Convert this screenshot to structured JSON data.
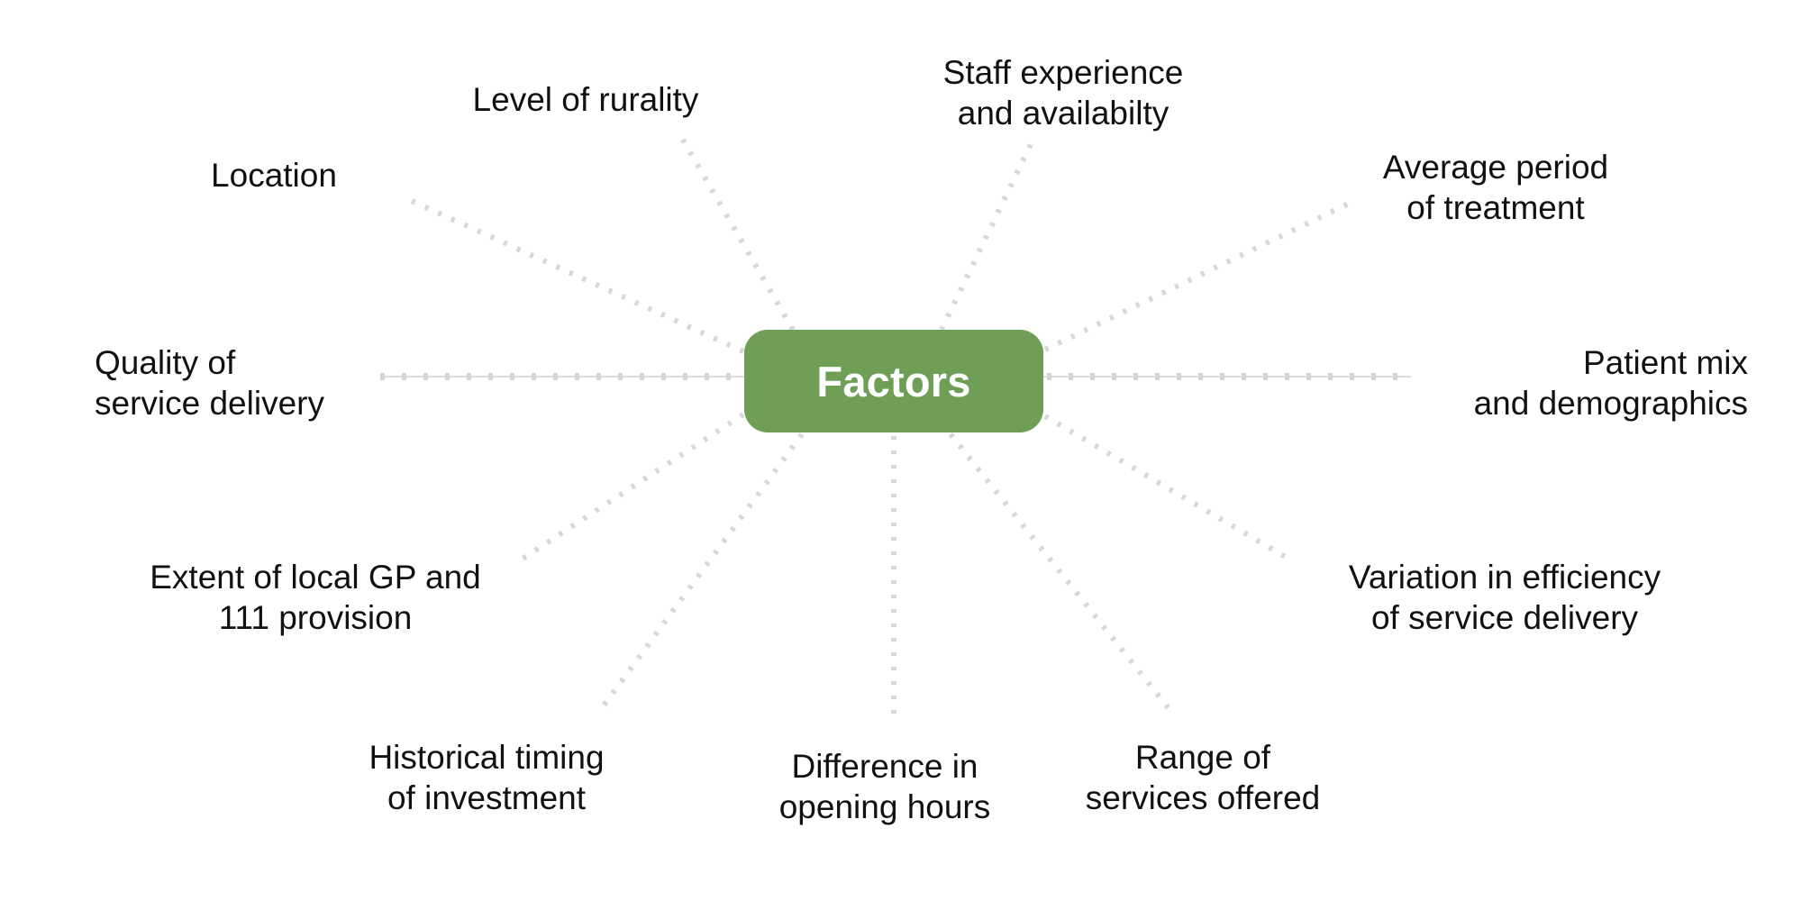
{
  "diagram": {
    "type": "radial-mindmap",
    "center": {
      "label": "Factors",
      "fill_color": "#6f9e56",
      "text_color": "#ffffff"
    },
    "connector": {
      "style": "dotted",
      "color": "#d6d6d6"
    },
    "background_color": "#ffffff",
    "text_color": "#111111",
    "nodes": [
      {
        "id": "location",
        "label": "Location"
      },
      {
        "id": "level-of-rurality",
        "label": "Level of rurality"
      },
      {
        "id": "staff-experience",
        "label": "Staff experience\nand availabilty"
      },
      {
        "id": "average-period",
        "label": "Average period\nof treatment"
      },
      {
        "id": "patient-mix",
        "label": "Patient mix\nand demographics"
      },
      {
        "id": "variation-efficiency",
        "label": "Variation in efficiency\nof service delivery"
      },
      {
        "id": "range-of-services",
        "label": "Range of\nservices offered"
      },
      {
        "id": "opening-hours",
        "label": "Difference in\nopening hours"
      },
      {
        "id": "historical-timing",
        "label": "Historical timing\nof investment"
      },
      {
        "id": "gp-111-provision",
        "label": "Extent of local GP and\n111 provision"
      },
      {
        "id": "quality-of-service",
        "label": "Quality of\nservice delivery"
      }
    ]
  }
}
